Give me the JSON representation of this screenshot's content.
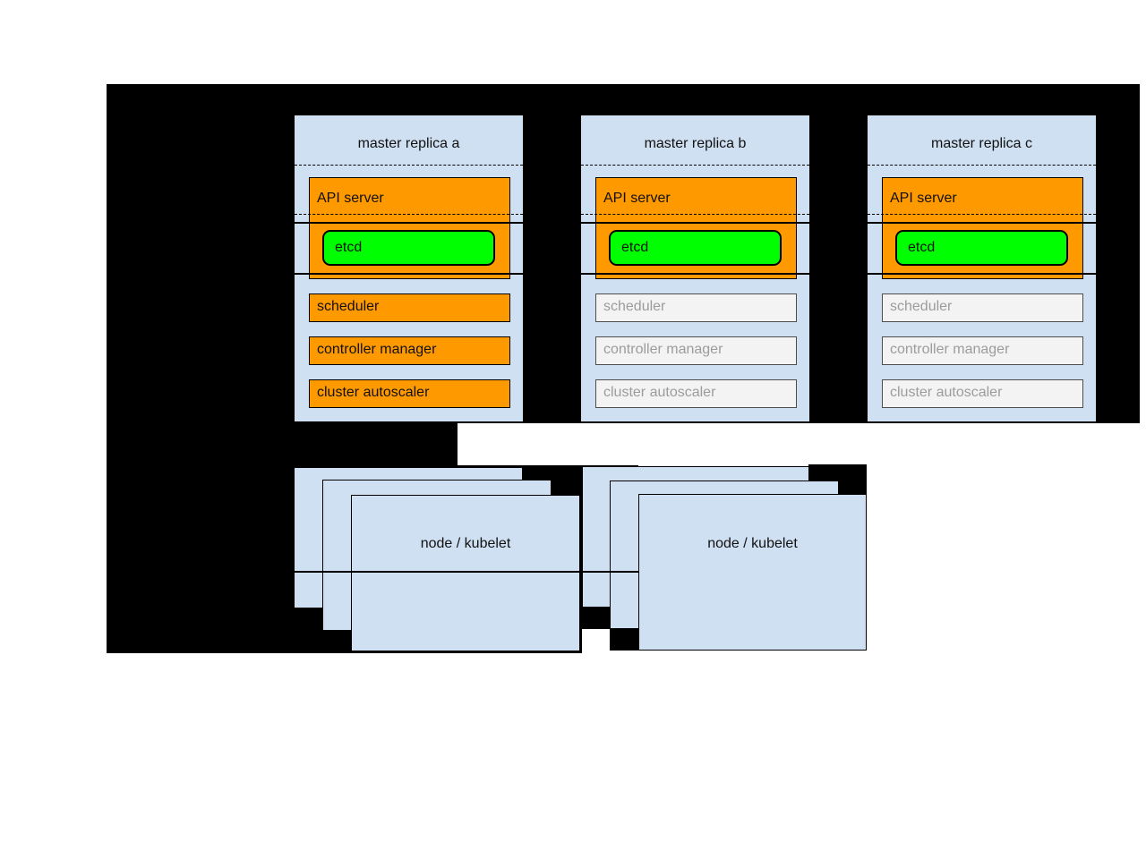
{
  "colors": {
    "backdrop_black": "#000000",
    "panel_blue": "#cfe0f2",
    "active_orange": "#ff9900",
    "etcd_green": "#00ff00",
    "inactive_fill": "#f3f3f3",
    "inactive_text": "#9c9c9c"
  },
  "masters": [
    {
      "title": "master replica a",
      "state": "active",
      "api_server": "API server",
      "etcd": "etcd",
      "components": [
        "scheduler",
        "controller manager",
        "cluster autoscaler"
      ]
    },
    {
      "title": "master replica b",
      "state": "inactive",
      "api_server": "API server",
      "etcd": "etcd",
      "components": [
        "scheduler",
        "controller manager",
        "cluster autoscaler"
      ]
    },
    {
      "title": "master replica c",
      "state": "inactive",
      "api_server": "API server",
      "etcd": "etcd",
      "components": [
        "scheduler",
        "controller manager",
        "cluster autoscaler"
      ]
    }
  ],
  "node_groups": [
    {
      "label": "node / kubelet"
    },
    {
      "label": "node / kubelet"
    }
  ]
}
